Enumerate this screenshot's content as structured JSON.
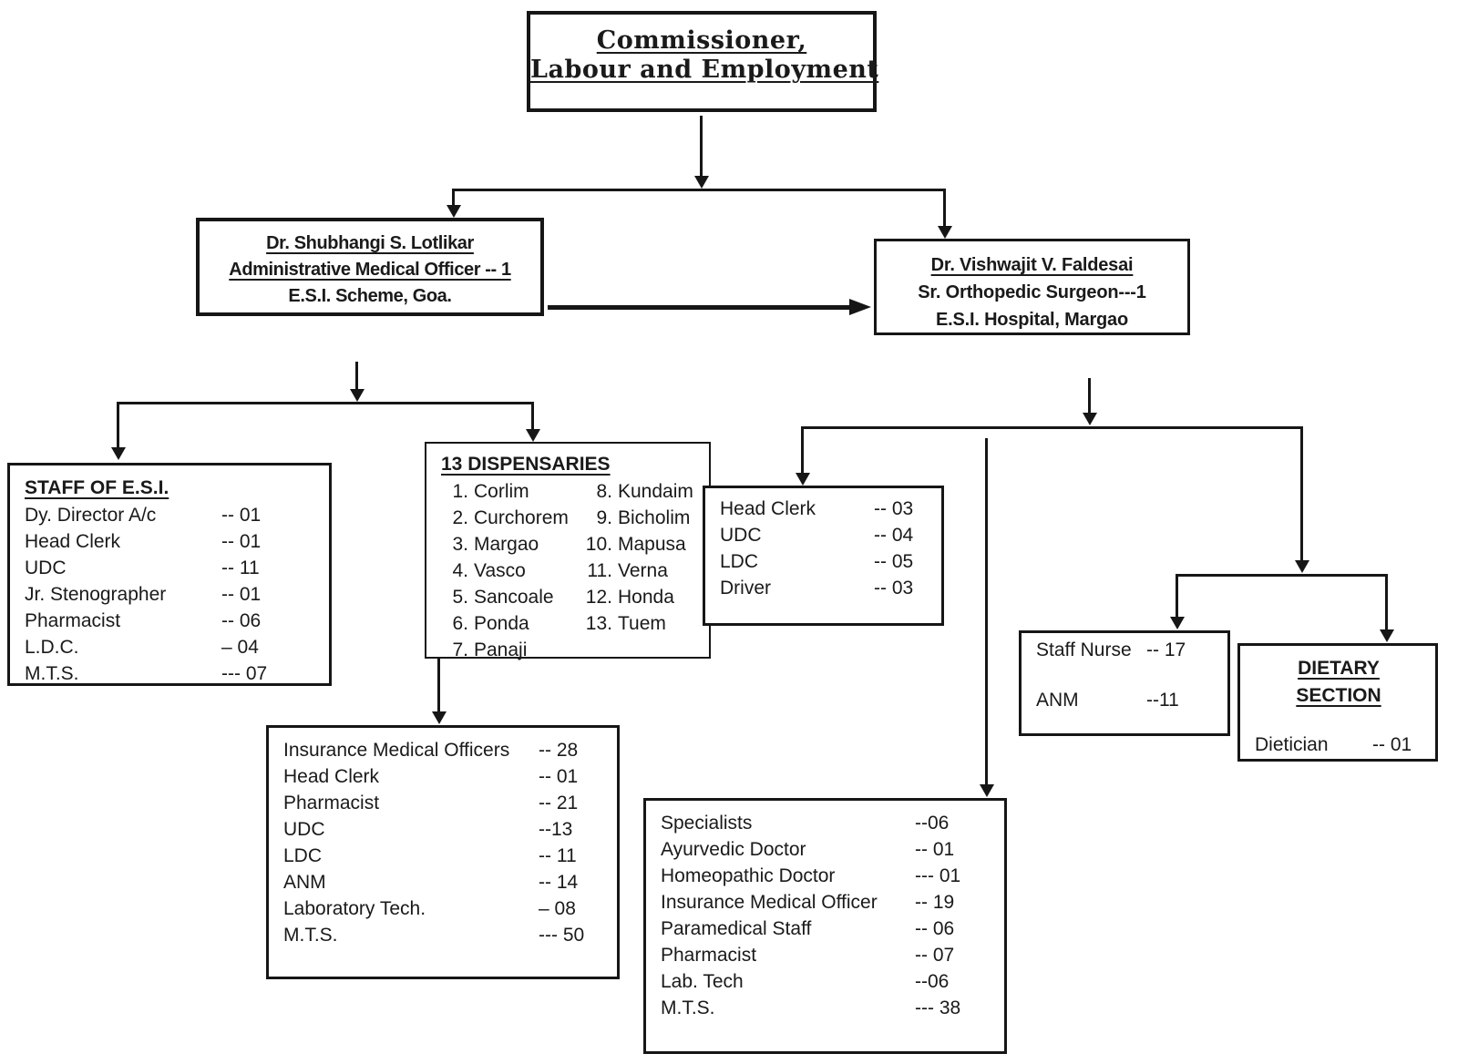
{
  "colors": {
    "ink": "#161616",
    "background": "#ffffff"
  },
  "boxes": {
    "commissioner": {
      "line1": "Commissioner,",
      "line2": "Labour and Employment"
    },
    "amo": {
      "name": "Dr. Shubhangi S. Lotlikar",
      "title": "Administrative Medical Officer -- 1",
      "org": "E.S.I. Scheme, Goa."
    },
    "surgeon": {
      "name": "Dr. Vishwajit V. Faldesai",
      "title": "Sr. Orthopedic Surgeon---1",
      "org": "E.S.I. Hospital, Margao"
    },
    "staff_esi": {
      "title": "STAFF OF E.S.I.",
      "rows": [
        {
          "label": "Dy. Director A/c",
          "value": "-- 01"
        },
        {
          "label": "Head Clerk",
          "value": "-- 01"
        },
        {
          "label": "UDC",
          "value": "-- 11"
        },
        {
          "label": "Jr. Stenographer",
          "value": "--  01"
        },
        {
          "label": "Pharmacist",
          "value": "--  06"
        },
        {
          "label": "L.D.C.",
          "value": "–  04"
        },
        {
          "label": "M.T.S.",
          "value": "---  07"
        }
      ]
    },
    "dispensaries": {
      "title": "13 DISPENSARIES",
      "col1": [
        {
          "num": "1.",
          "name": "Corlim"
        },
        {
          "num": "2.",
          "name": "Curchorem"
        },
        {
          "num": "3.",
          "name": "Margao"
        },
        {
          "num": "4.",
          "name": "Vasco"
        },
        {
          "num": "5.",
          "name": "Sancoale"
        },
        {
          "num": "6.",
          "name": "Ponda"
        },
        {
          "num": "7.",
          "name": "Panaji"
        }
      ],
      "col2": [
        {
          "num": "8.",
          "name": "Kundaim"
        },
        {
          "num": "9.",
          "name": "Bicholim"
        },
        {
          "num": "10.",
          "name": "Mapusa"
        },
        {
          "num": "11.",
          "name": "Verna"
        },
        {
          "num": "12.",
          "name": "Honda"
        },
        {
          "num": "13.",
          "name": "Tuem"
        }
      ]
    },
    "hospital_admin": {
      "rows": [
        {
          "label": "Head Clerk",
          "value": "-- 03"
        },
        {
          "label": "UDC",
          "value": "-- 04"
        },
        {
          "label": "LDC",
          "value": "-- 05"
        },
        {
          "label": "Driver",
          "value": "-- 03"
        }
      ]
    },
    "dispensary_staff": {
      "rows": [
        {
          "label": "Insurance Medical Officers",
          "value": "-- 28"
        },
        {
          "label": "Head Clerk",
          "value": "-- 01"
        },
        {
          "label": "Pharmacist",
          "value": "-- 21"
        },
        {
          "label": "UDC",
          "value": "--13"
        },
        {
          "label": "LDC",
          "value": "-- 11"
        },
        {
          "label": "ANM",
          "value": "-- 14"
        },
        {
          "label": "Laboratory Tech.",
          "value": "– 08"
        },
        {
          "label": "M.T.S.",
          "value": "--- 50"
        }
      ]
    },
    "hospital_staff": {
      "rows": [
        {
          "label": "Specialists",
          "value": "--06"
        },
        {
          "label": "Ayurvedic Doctor",
          "value": "-- 01"
        },
        {
          "label": "Homeopathic Doctor",
          "value": "--- 01"
        },
        {
          "label": "Insurance Medical Officer",
          "value": "-- 19"
        },
        {
          "label": "Paramedical Staff",
          "value": "-- 06"
        },
        {
          "label": "Pharmacist",
          "value": "-- 07"
        },
        {
          "label": "Lab. Tech",
          "value": "--06"
        },
        {
          "label": "M.T.S.",
          "value": "---  38"
        }
      ]
    },
    "nursing": {
      "rows": [
        {
          "label": "Staff Nurse",
          "value": "--  17"
        },
        {
          "label": "ANM",
          "value": "--11"
        }
      ]
    },
    "dietary": {
      "title": "DIETARY SECTION",
      "rows": [
        {
          "label": "Dietician",
          "value": "-- 01"
        }
      ]
    }
  }
}
